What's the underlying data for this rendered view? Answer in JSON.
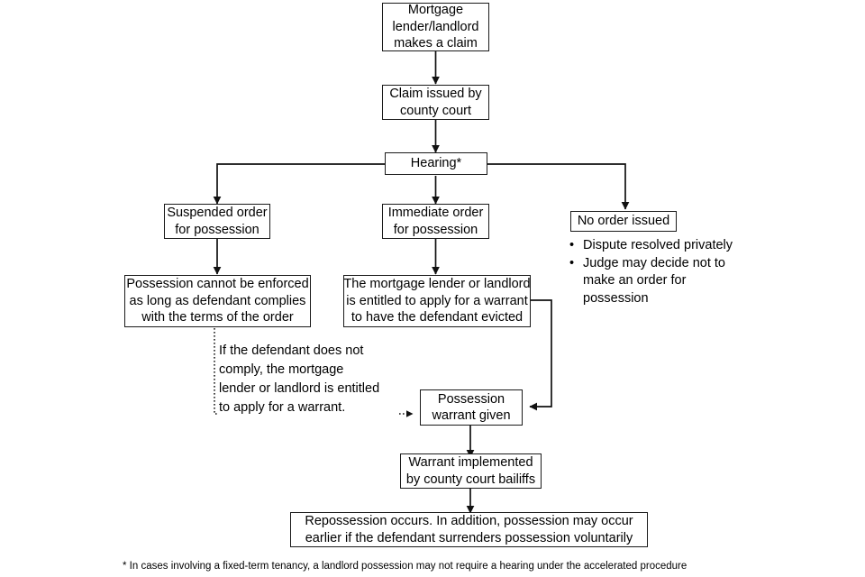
{
  "diagram": {
    "title": "Mortgage and landlord possession flowchart",
    "line_color": "#1a1a1a",
    "background": "#ffffff",
    "nodes": {
      "claim_made": {
        "lines": [
          "Mortgage",
          "lender/landlord",
          "makes a claim"
        ]
      },
      "claim_issued": {
        "lines": [
          "Claim issued by",
          "county court"
        ]
      },
      "hearing": {
        "lines": [
          "Hearing*"
        ]
      },
      "suspended_order": {
        "lines": [
          "Suspended order",
          "for possession"
        ]
      },
      "immediate_order": {
        "lines": [
          "Immediate order",
          "for possession"
        ]
      },
      "no_order": {
        "lines": [
          "No order issued"
        ]
      },
      "possession_not_enforced": {
        "lines": [
          "Possession cannot be enforced",
          "as long as defendant complies",
          "with the terms of the order"
        ]
      },
      "entitled_warrant": {
        "lines": [
          "The mortgage lender or landlord",
          "is entitled to apply for a warrant",
          "to have the defendant evicted"
        ]
      },
      "warrant_given": {
        "lines": [
          "Possession",
          "warrant given"
        ]
      },
      "warrant_implemented": {
        "lines": [
          "Warrant implemented",
          "by county court bailiffs"
        ]
      },
      "repossession": {
        "lines": [
          "Repossession occurs. In addition, possession may occur",
          "earlier if the defendant surrenders possession voluntarily"
        ]
      }
    },
    "no_order_bullets": {
      "bullet_glyph": "•",
      "items": [
        {
          "first": "Dispute resolved privately",
          "rest": []
        },
        {
          "first": "Judge may decide not to",
          "rest": [
            "make an order for",
            "possession"
          ]
        }
      ]
    },
    "dotted_note": {
      "lines": [
        "If the defendant does not",
        "comply, the mortgage",
        "lender or landlord is entitled",
        "to apply for a warrant."
      ]
    },
    "footnote": {
      "text": "* In cases involving a fixed-term tenancy, a landlord possession may not require a hearing under the accelerated procedure"
    }
  }
}
